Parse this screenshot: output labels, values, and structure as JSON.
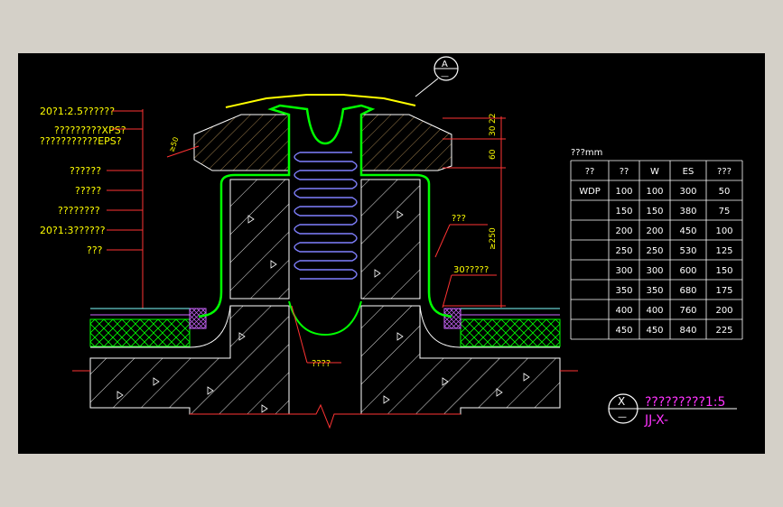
{
  "callout_labels": [
    "20?1:2.5??????",
    "?????????XPS?",
    "???????????EPS?",
    "??????",
    "?????",
    "????????",
    "20?1:3??????",
    "???"
  ],
  "section_marker": {
    "letter": "A",
    "sub": "—"
  },
  "dimensions": {
    "d30": "30",
    "d22": "22",
    "d60": "60",
    "d250": "≥250",
    "d50": "≥50"
  },
  "inner_labels": {
    "gap_label": "???",
    "chamfer_label": "30?????",
    "bottom_label": "????"
  },
  "table": {
    "caption": "???mm",
    "headers": [
      "??",
      "??",
      "W",
      "ES",
      "???"
    ],
    "rows": [
      [
        "WDP",
        "100",
        "100",
        "300",
        "50"
      ],
      [
        "",
        "150",
        "150",
        "380",
        "75"
      ],
      [
        "",
        "200",
        "200",
        "450",
        "100"
      ],
      [
        "",
        "250",
        "250",
        "530",
        "125"
      ],
      [
        "",
        "300",
        "300",
        "600",
        "150"
      ],
      [
        "",
        "350",
        "350",
        "680",
        "175"
      ],
      [
        "",
        "400",
        "400",
        "760",
        "200"
      ],
      [
        "",
        "450",
        "450",
        "840",
        "225"
      ]
    ]
  },
  "title_block": {
    "symbol_top": "X",
    "symbol_bottom": "—",
    "title": "?????????1:5",
    "code": "JJ-X-"
  },
  "colors": {
    "background": "#000000",
    "frame": "#d4d0c8",
    "yellow": "#ffff00",
    "green": "#00ff00",
    "red": "#ff3333",
    "cyan": "#7fffff",
    "white": "#ffffff",
    "magenta": "#ff33ff",
    "gold": "#cccc33",
    "blue": "#8080ff",
    "brown": "#c8a060"
  }
}
